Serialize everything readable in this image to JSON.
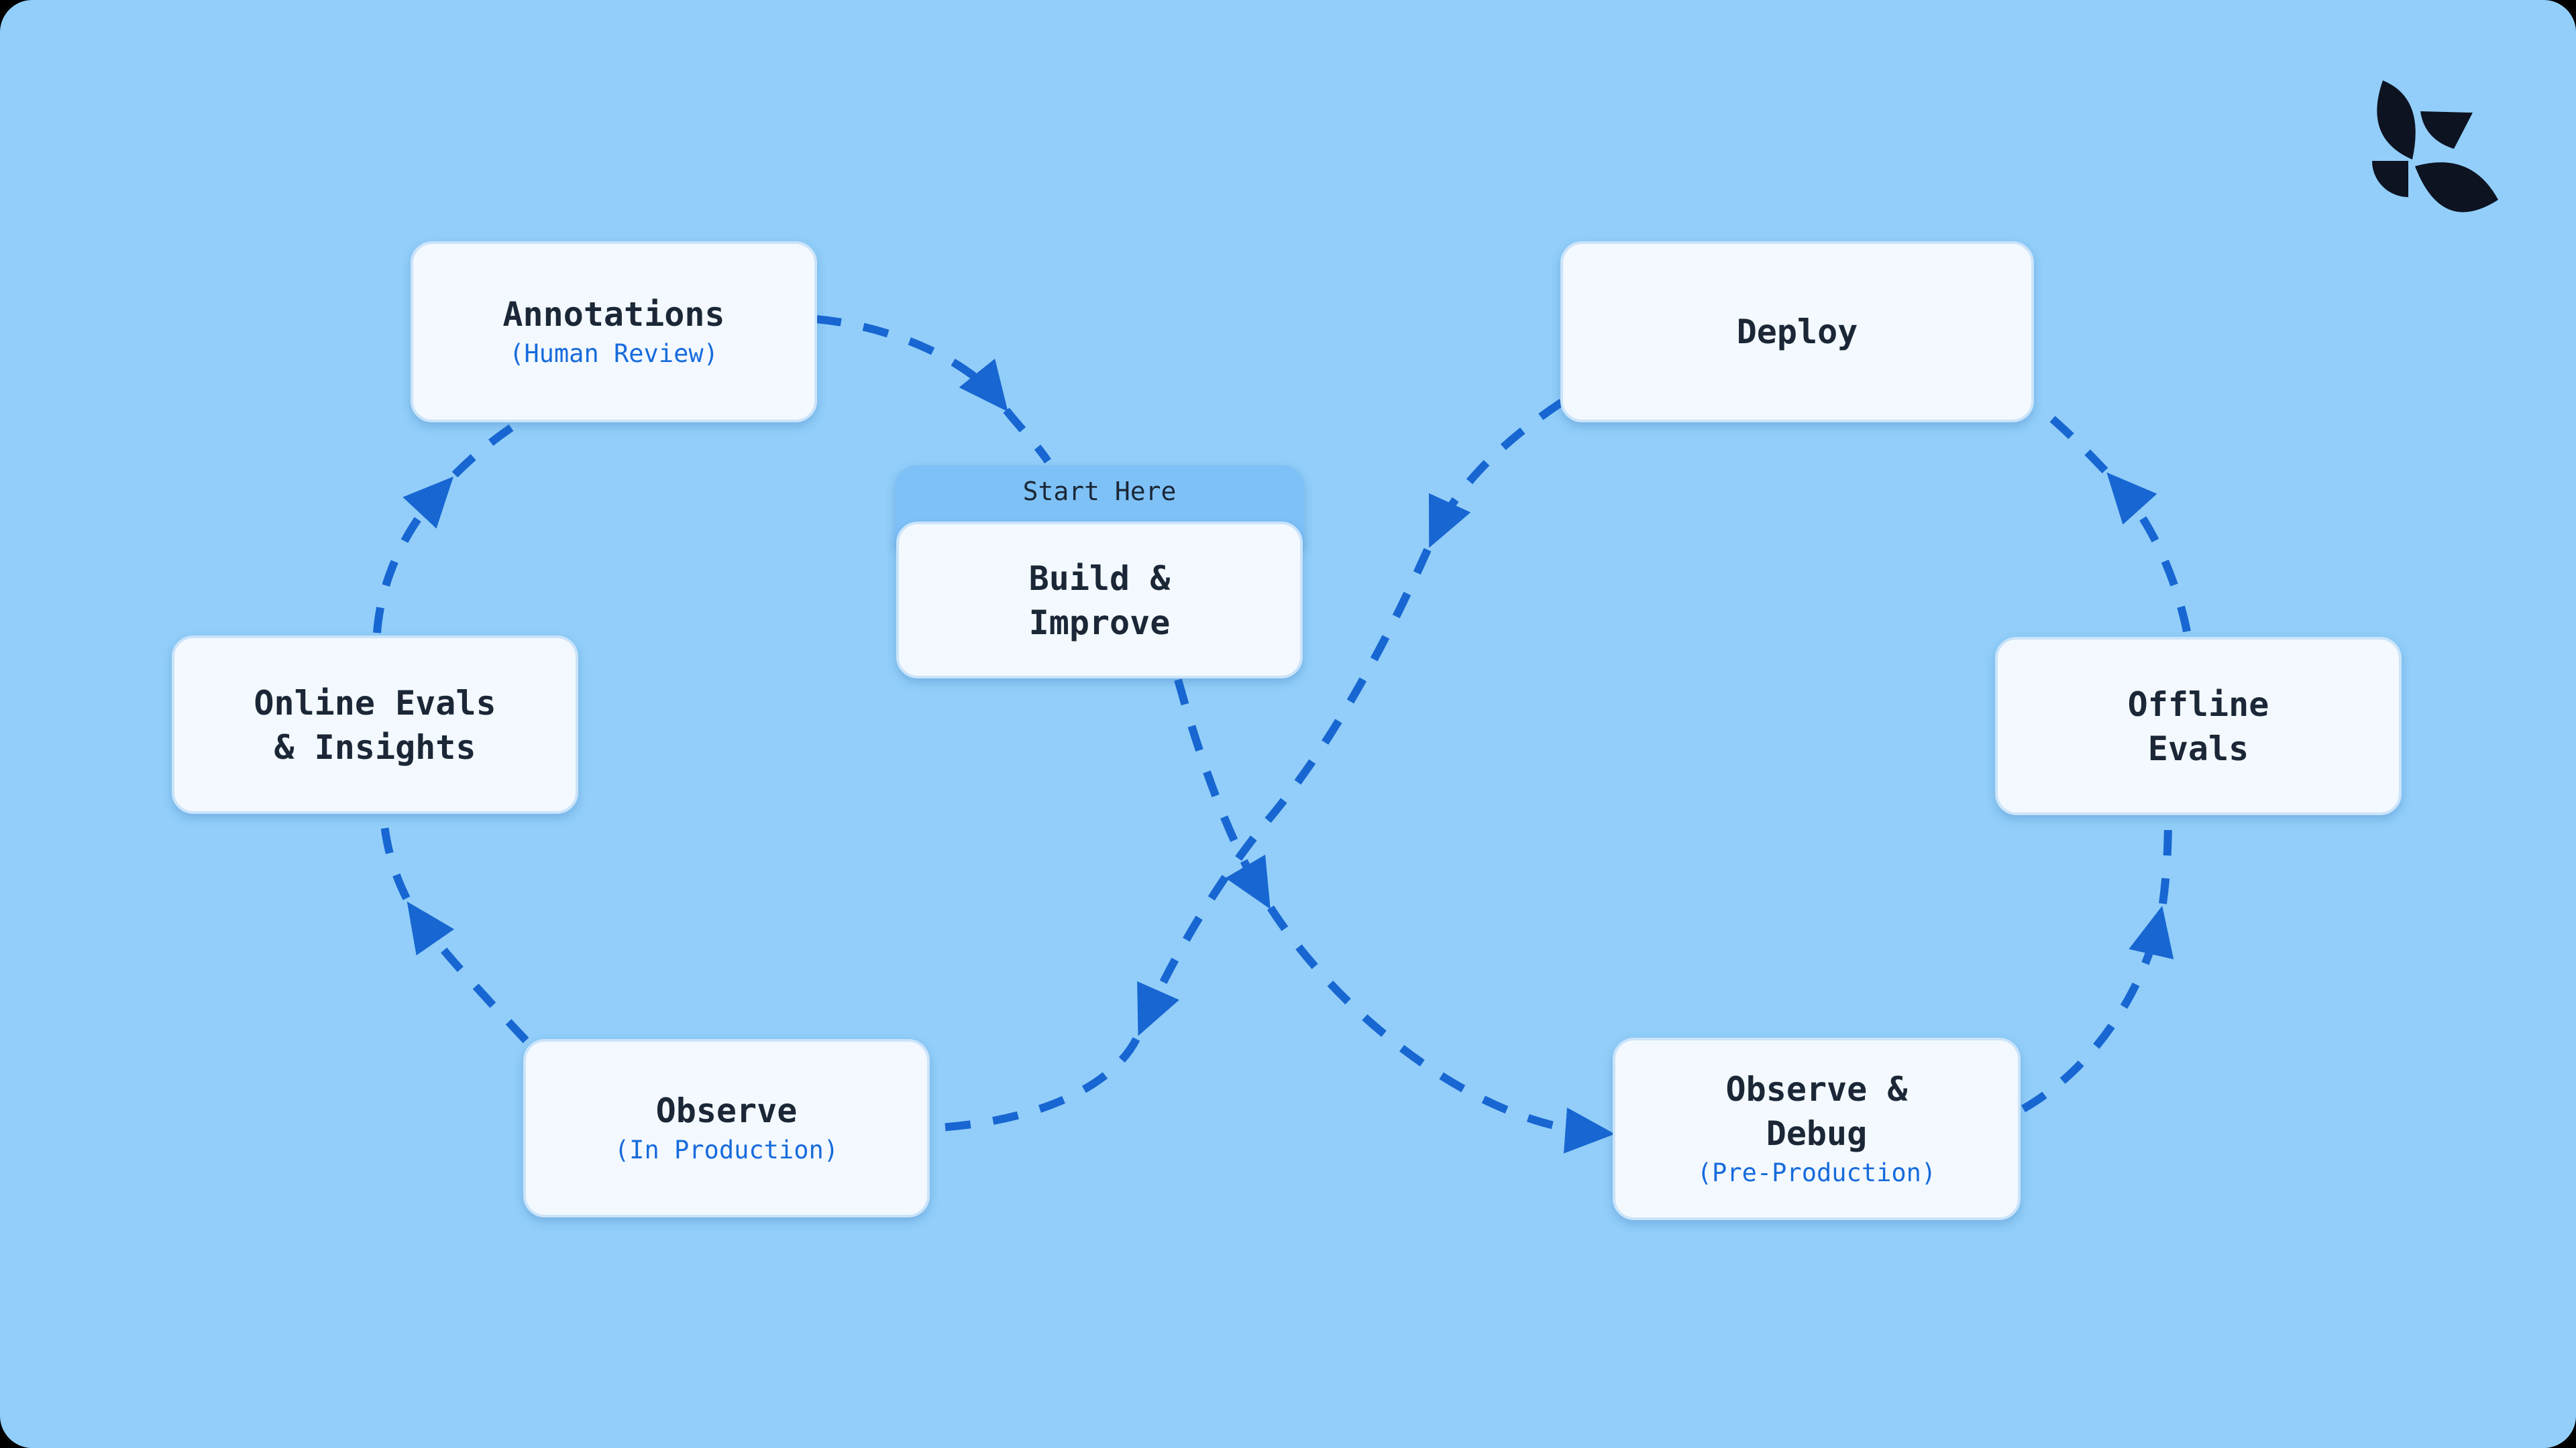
{
  "diagram": {
    "description": "Figure-eight AI application development lifecycle diagram on light blue background",
    "start_tab_label": "Start Here"
  },
  "nodes": {
    "annotations": {
      "title": "Annotations",
      "subtitle": "(Human Review)"
    },
    "build_improve": {
      "title": "Build &\nImprove"
    },
    "deploy": {
      "title": "Deploy"
    },
    "online_evals": {
      "title": "Online Evals\n& Insights"
    },
    "offline_evals": {
      "title": "Offline\nEvals"
    },
    "observe_prod": {
      "title": "Observe",
      "subtitle": "(In Production)"
    },
    "observe_debug": {
      "title": "Observe &\nDebug",
      "subtitle": "(Pre-Production)"
    }
  },
  "edges": [
    {
      "name": "annotations-to-build",
      "from": "annotations",
      "to": "build_improve"
    },
    {
      "name": "build-to-observe-debug",
      "from": "build_improve",
      "to": "observe_debug"
    },
    {
      "name": "observe-debug-to-offline",
      "from": "observe_debug",
      "to": "offline_evals"
    },
    {
      "name": "offline-to-deploy",
      "from": "offline_evals",
      "to": "deploy"
    },
    {
      "name": "deploy-to-observe-production",
      "from": "deploy",
      "to": "observe_prod"
    },
    {
      "name": "observe-to-online-evals",
      "from": "observe_prod",
      "to": "online_evals"
    },
    {
      "name": "online-evals-to-annotations",
      "from": "online_evals",
      "to": "annotations"
    }
  ],
  "icons": {
    "logo": "four-leaf-pinwheel-logo"
  },
  "colors": {
    "background": "#92CEF9",
    "card_black": "#000000",
    "node_bg": "#F3F9FF",
    "node_border": "#CBE4FA",
    "title_text": "#1B2736",
    "accent_text": "#176BDC",
    "arrow": "#1766D2",
    "tab_bg": "#7EC1F7",
    "logo": "#0D1321"
  }
}
